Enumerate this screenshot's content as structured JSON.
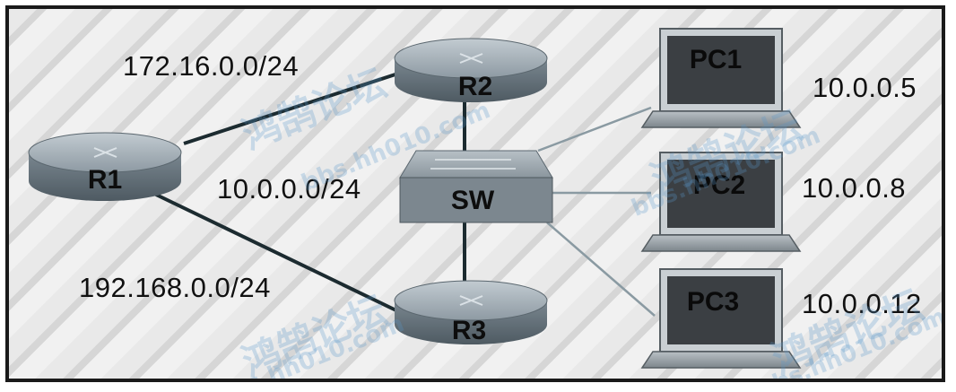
{
  "networks": {
    "r1_r2": "172.16.0.0/24",
    "lan": "10.0.0.0/24",
    "r1_r3": "192.168.0.0/24"
  },
  "devices": {
    "r1": "R1",
    "r2": "R2",
    "r3": "R3",
    "sw": "SW",
    "pc1": "PC1",
    "pc2": "PC2",
    "pc3": "PC3"
  },
  "hosts": {
    "pc1_ip": "10.0.0.5",
    "pc2_ip": "10.0.0.8",
    "pc3_ip": "10.0.0.12"
  },
  "watermark": {
    "site": "bbs.hh010.com",
    "brand": "鸿鹄论坛"
  },
  "colors": {
    "router_body": "#6e7c86",
    "router_top": "#9aa7b0",
    "switch_body": "#7f8a92",
    "laptop_screen": "#3a3e42",
    "link_dark": "#1c2b30",
    "link_light": "#8a9aa2"
  }
}
